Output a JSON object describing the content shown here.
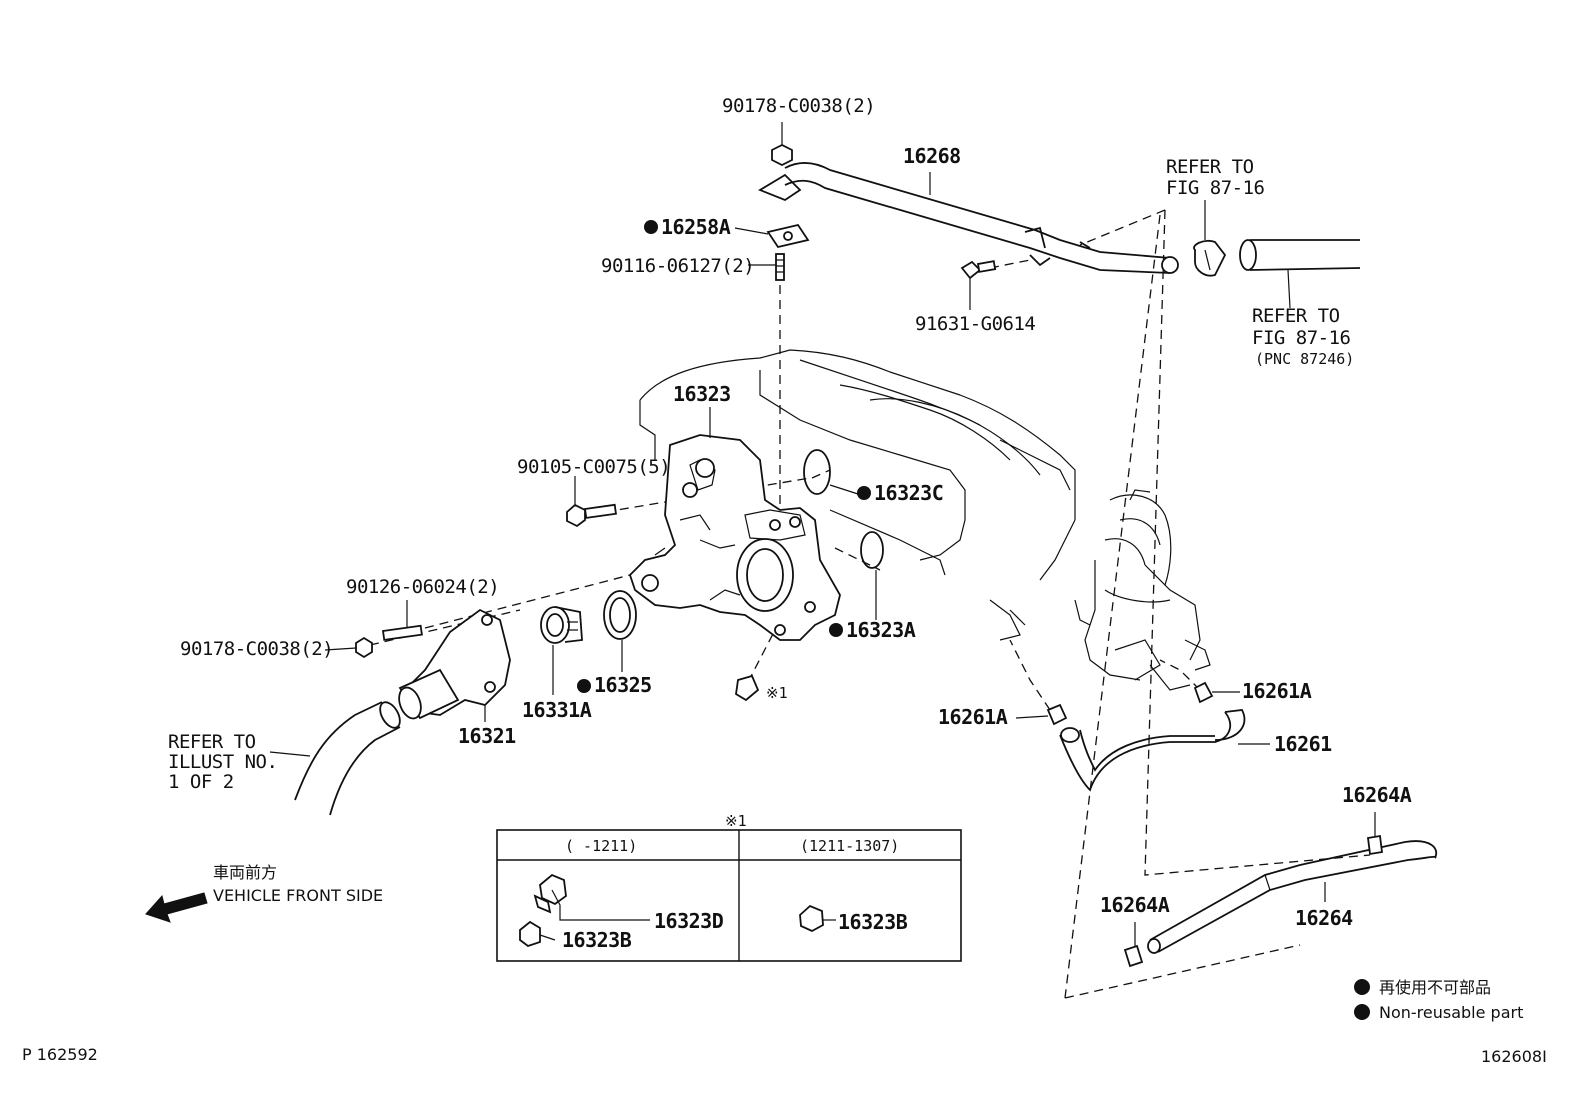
{
  "labels": {
    "p90178_top": "90178-C0038(2)",
    "p16268": "16268",
    "refer_fig_top_1": "REFER TO",
    "refer_fig_top_2": "FIG 87-16",
    "p16258A": "16258A",
    "p90116": "90116-06127(2)",
    "p91631": "91631-G0614",
    "refer_fig_right_1": "REFER TO",
    "refer_fig_right_2": "FIG 87-16",
    "refer_fig_right_3": "(PNC 87246)",
    "p16323": "16323",
    "p90105": "90105-C0075(5)",
    "p16323C": "16323C",
    "p90126": "90126-06024(2)",
    "p90178_left": "90178-C0038(2)",
    "p16323A": "16323A",
    "p16325": "16325",
    "p16331A": "16331A",
    "p16321": "16321",
    "note1": "※1",
    "p16261A_left": "16261A",
    "p16261A_right": "16261A",
    "p16261": "16261",
    "refer_illust_1": "REFER TO",
    "refer_illust_2": "ILLUST NO.",
    "refer_illust_3": "1 OF 2",
    "p16264A_top": "16264A",
    "p16264A_bottom": "16264A",
    "p16264": "16264",
    "front_jp": "車両前方",
    "front_en": "VEHICLE FRONT SIDE",
    "legend_jp": "再使用不可部品",
    "legend_en": "Non-reusable part",
    "page_left": "P 162592",
    "page_right": "162608I"
  },
  "inset": {
    "marker": "※1",
    "col1_header": "(     -1211)",
    "col2_header": "(1211-1307)",
    "col1_p16323D": "16323D",
    "col1_p16323B": "16323B",
    "col2_p16323B": "16323B"
  }
}
